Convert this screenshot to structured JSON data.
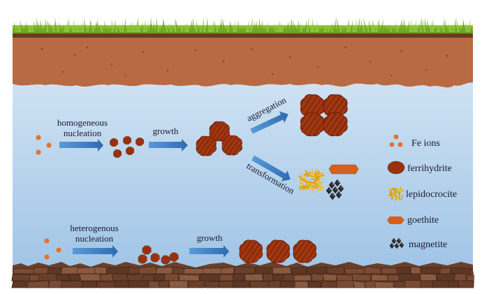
{
  "diagram": {
    "title": "Iron mineral formation pathways in soil water",
    "colors": {
      "fe_ion": "#E8712E",
      "ferrihydrite": "#8B2A0A",
      "lepidocrocite": "#E8B824",
      "goethite": "#D4601E",
      "magnetite": "#1E1E1E",
      "arrow": "#3B7CC4",
      "water_top": "#D6E6F4",
      "water_bottom": "#9EC4E6",
      "soil": "#B86A42",
      "grass": "#7DB82E",
      "ground": "#6A3F2A"
    },
    "top_pathway": {
      "step1_label_line1": "homogeneous",
      "step1_label_line2": "nucleation",
      "step2_label": "growth",
      "branch_up_label": "aggregation",
      "branch_down_label": "transformation"
    },
    "bottom_pathway": {
      "step1_label_line1": "heterogenous",
      "step1_label_line2": "nucleation",
      "step2_label": "growth"
    },
    "legend": [
      {
        "icon": "fe-ions-icon",
        "label": "Fe ions"
      },
      {
        "icon": "ferrihydrite-icon",
        "label": "ferrihydrite"
      },
      {
        "icon": "lepidocrocite-icon",
        "label": "lepidocrocite"
      },
      {
        "icon": "goethite-icon",
        "label": "goethite"
      },
      {
        "icon": "magnetite-icon",
        "label": "magnetite"
      }
    ]
  }
}
